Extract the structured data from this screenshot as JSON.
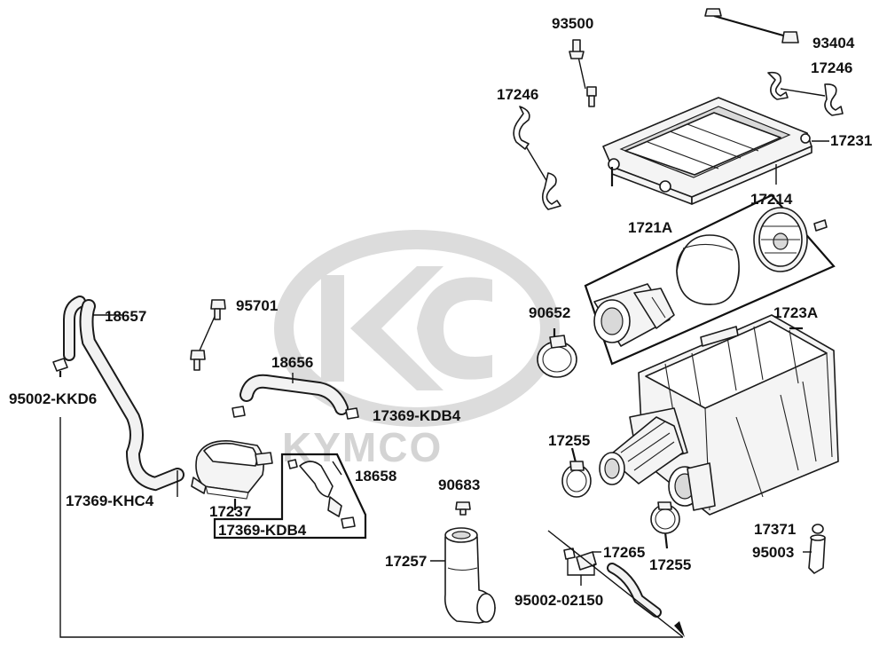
{
  "watermark": {
    "brand": "KYMCO"
  },
  "labels": {
    "p93500": "93500",
    "p93404": "93404",
    "p17246a": "17246",
    "p17246b": "17246",
    "p17231": "17231",
    "p17214": "17214",
    "p1721A": "1721A",
    "p1723A": "1723A",
    "p90652": "90652",
    "p18657": "18657",
    "p95701": "95701",
    "p18656": "18656",
    "p95002KKD6": "95002-KKD6",
    "p17369KDB4a": "17369-KDB4",
    "p17369KDB4b": "17369-KDB4",
    "p17369KHC4": "17369-KHC4",
    "p17237": "17237",
    "p18658": "18658",
    "p90683": "90683",
    "p17255a": "17255",
    "p17255b": "17255",
    "p17257": "17257",
    "p17265": "17265",
    "p9500202150": "95002-02150",
    "p17371": "17371",
    "p95003": "95003"
  }
}
